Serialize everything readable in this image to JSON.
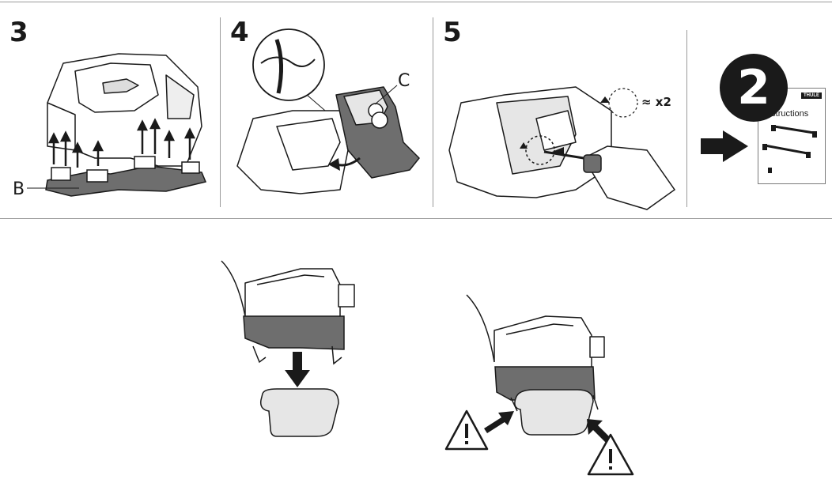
{
  "steps": [
    {
      "number": "3",
      "callouts": [
        "B"
      ]
    },
    {
      "number": "4",
      "callouts": [
        "C"
      ]
    },
    {
      "number": "5",
      "callouts": [],
      "repeat_label": "x2"
    }
  ],
  "next": {
    "badge": "2",
    "brand": "THULE",
    "title": "Instructions"
  },
  "icons": [
    "up-arrow-icon",
    "down-arrow-icon",
    "warning-icon",
    "right-arrow-icon",
    "rotate-arrow-icon",
    "wrench-icon"
  ],
  "colors": {
    "ink": "#1a1a1a",
    "pad_gray": "#6e6e6e",
    "light_fill": "#e6e6e6",
    "rule": "#9a9a9a"
  }
}
